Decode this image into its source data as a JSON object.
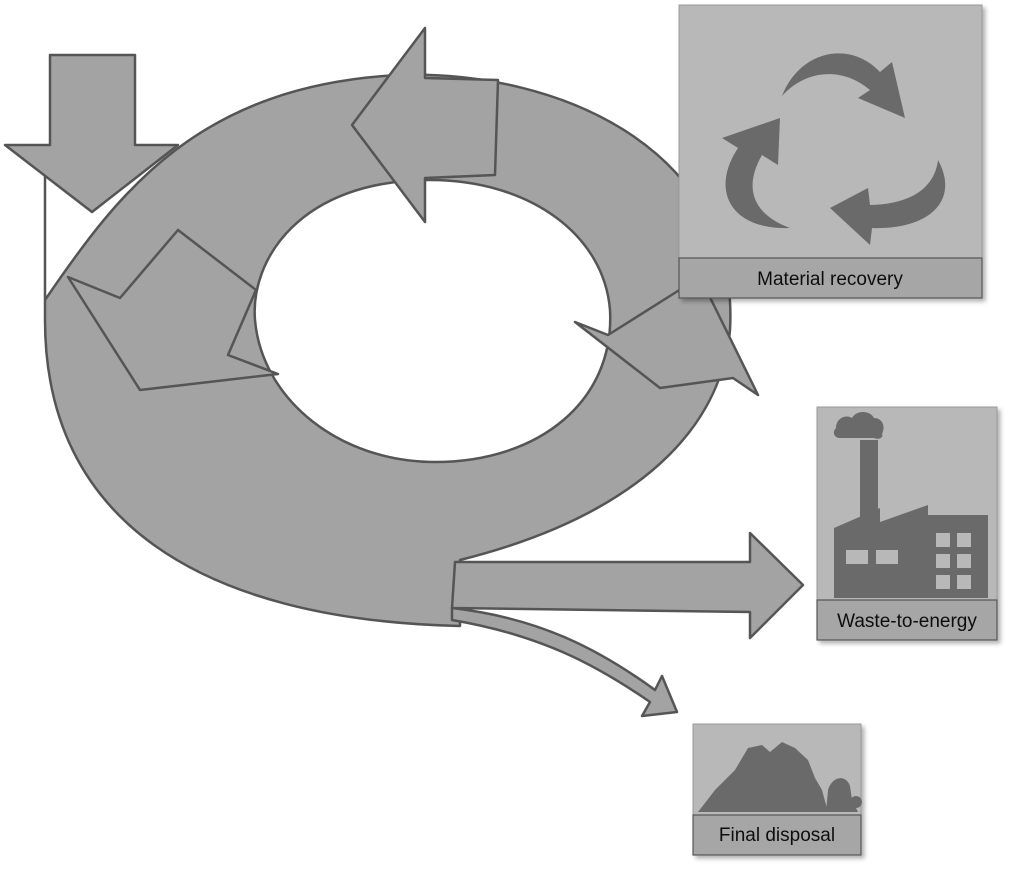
{
  "labels": {
    "material_recovery": "Material recovery",
    "waste_to_energy": "Waste-to-energy",
    "final_disposal": "Final disposal"
  },
  "icons": {
    "material_recovery": "recycle-icon",
    "waste_to_energy": "factory-icon",
    "final_disposal": "landfill-icon"
  },
  "colors": {
    "arrow_fill": "#a3a3a3",
    "arrow_stroke": "#555555",
    "box_fill": "#b8b8b8",
    "label_bar_fill": "#a6a6a6",
    "icon_fill": "#6b6b6b"
  }
}
